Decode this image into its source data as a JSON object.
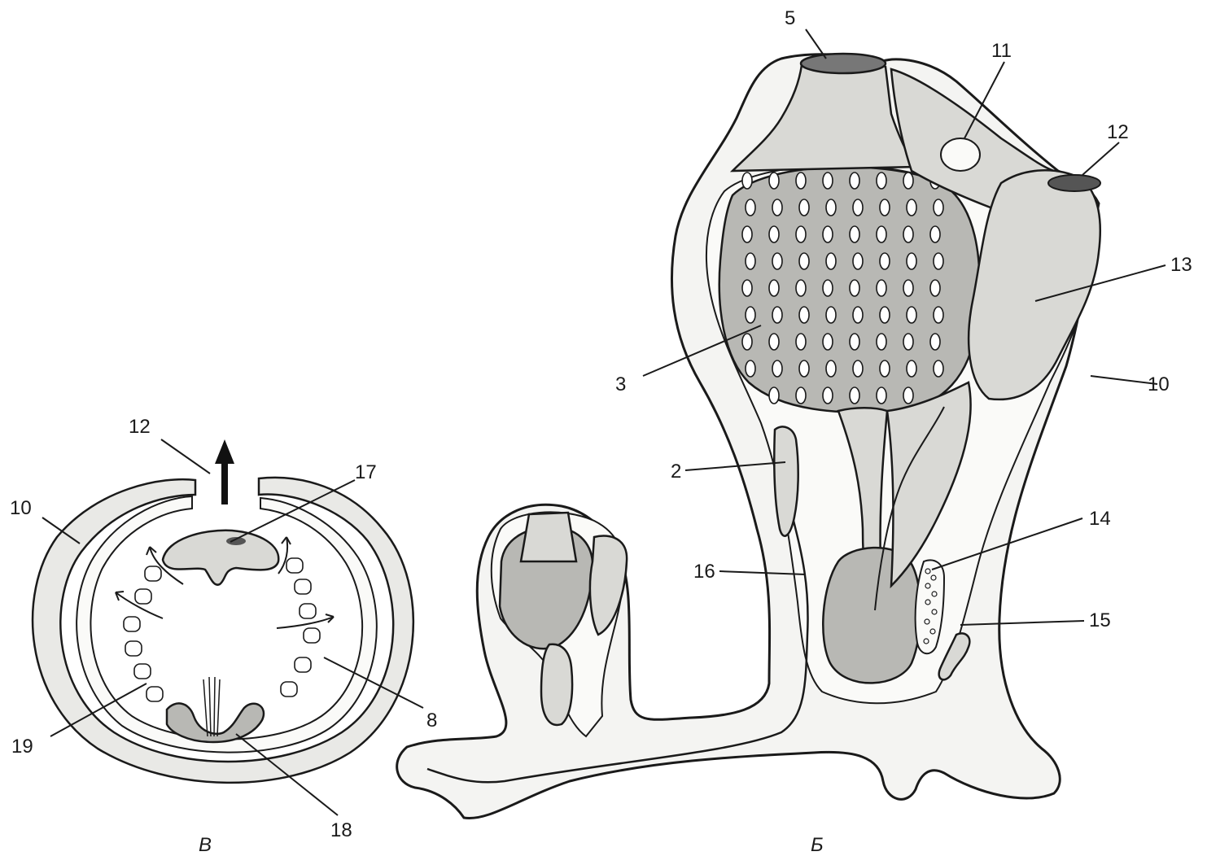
{
  "figure": {
    "panels": [
      {
        "id": "cross-section",
        "caption": "В"
      },
      {
        "id": "colony",
        "caption": "Б"
      }
    ],
    "labels_cross_section": {
      "l12": "12",
      "l17": "17",
      "l10": "10",
      "l8": "8",
      "l19": "19",
      "l18": "18"
    },
    "labels_colony": {
      "l5": "5",
      "l11": "11",
      "l12": "12",
      "l13": "13",
      "l3": "3",
      "l10": "10",
      "l2": "2",
      "l14": "14",
      "l16": "16",
      "l15": "15"
    },
    "colors": {
      "ink": "#1a1a1a",
      "paper": "#ffffff",
      "tissue": "#e9e9e6"
    }
  }
}
